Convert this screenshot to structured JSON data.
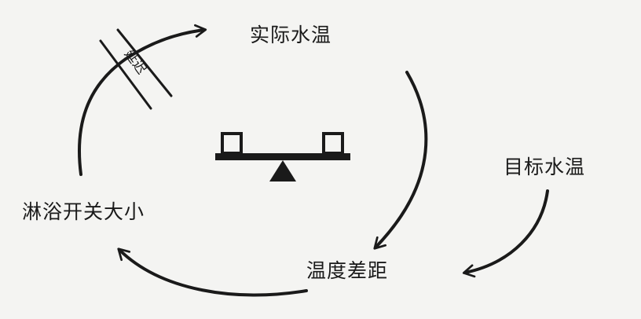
{
  "nodes": {
    "actual_temp": "实际水温",
    "target_temp": "目标水温",
    "shower_switch": "淋浴开关大小",
    "temp_gap": "温度差距"
  },
  "delay_label": "延迟",
  "colors": {
    "ink": "#1a1a1a",
    "paper": "#f4f4f2"
  },
  "icons": {
    "balance": "seesaw-balance-icon"
  }
}
